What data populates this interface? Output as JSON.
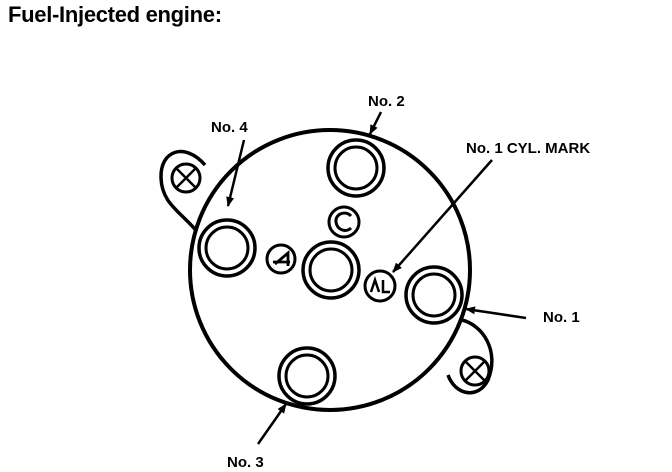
{
  "title": "Fuel-Injected engine:",
  "labels": {
    "no2": "No. 2",
    "no4": "No. 4",
    "cyl_mark": "No. 1 CYL. MARK",
    "no1": "No. 1",
    "no3": "No. 3"
  },
  "colors": {
    "ink": "#000000",
    "paper": "#ffffff"
  }
}
